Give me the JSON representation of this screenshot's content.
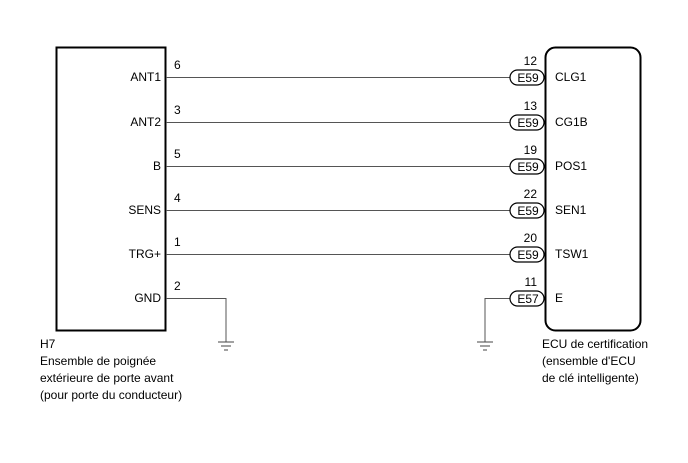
{
  "left_component": {
    "code": "H7",
    "name_lines": [
      "Ensemble de poignée",
      "extérieure de porte avant",
      "(pour porte du conducteur)"
    ]
  },
  "right_component": {
    "name_lines": [
      "ECU de certification",
      "(ensemble d'ECU",
      "de clé intelligente)"
    ]
  },
  "wires": [
    {
      "left_terminal": "ANT1",
      "left_pin": "6",
      "right_pin": "12",
      "connector": "E59",
      "right_terminal": "CLG1",
      "ground": false
    },
    {
      "left_terminal": "ANT2",
      "left_pin": "3",
      "right_pin": "13",
      "connector": "E59",
      "right_terminal": "CG1B",
      "ground": false
    },
    {
      "left_terminal": "B",
      "left_pin": "5",
      "right_pin": "19",
      "connector": "E59",
      "right_terminal": "POS1",
      "ground": false
    },
    {
      "left_terminal": "SENS",
      "left_pin": "4",
      "right_pin": "22",
      "connector": "E59",
      "right_terminal": "SEN1",
      "ground": false
    },
    {
      "left_terminal": "TRG+",
      "left_pin": "1",
      "right_pin": "20",
      "connector": "E59",
      "right_terminal": "TSW1",
      "ground": false
    },
    {
      "left_terminal": "GND",
      "left_pin": "2",
      "right_pin": "11",
      "connector": "E57",
      "right_terminal": "E",
      "ground": true
    }
  ]
}
